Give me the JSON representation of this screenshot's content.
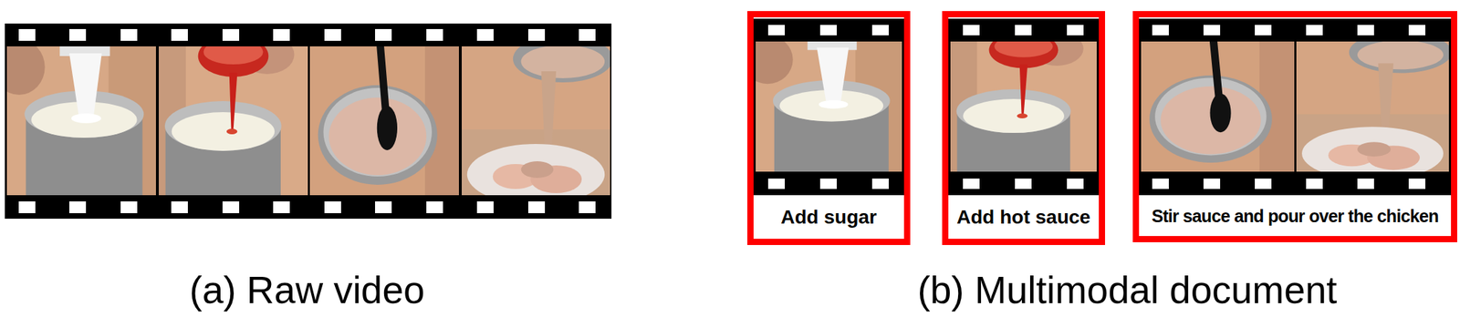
{
  "diagram": {
    "nodes": [
      {
        "text": [
          "Add sugar"
        ]
      },
      {
        "text": [
          "Add hot sauce"
        ]
      },
      {
        "text": [
          "Stir sauce and pour over the chicken"
        ]
      }
    ],
    "labels": [
      "(a) Raw video",
      "(b) Multimodal document"
    ]
  }
}
